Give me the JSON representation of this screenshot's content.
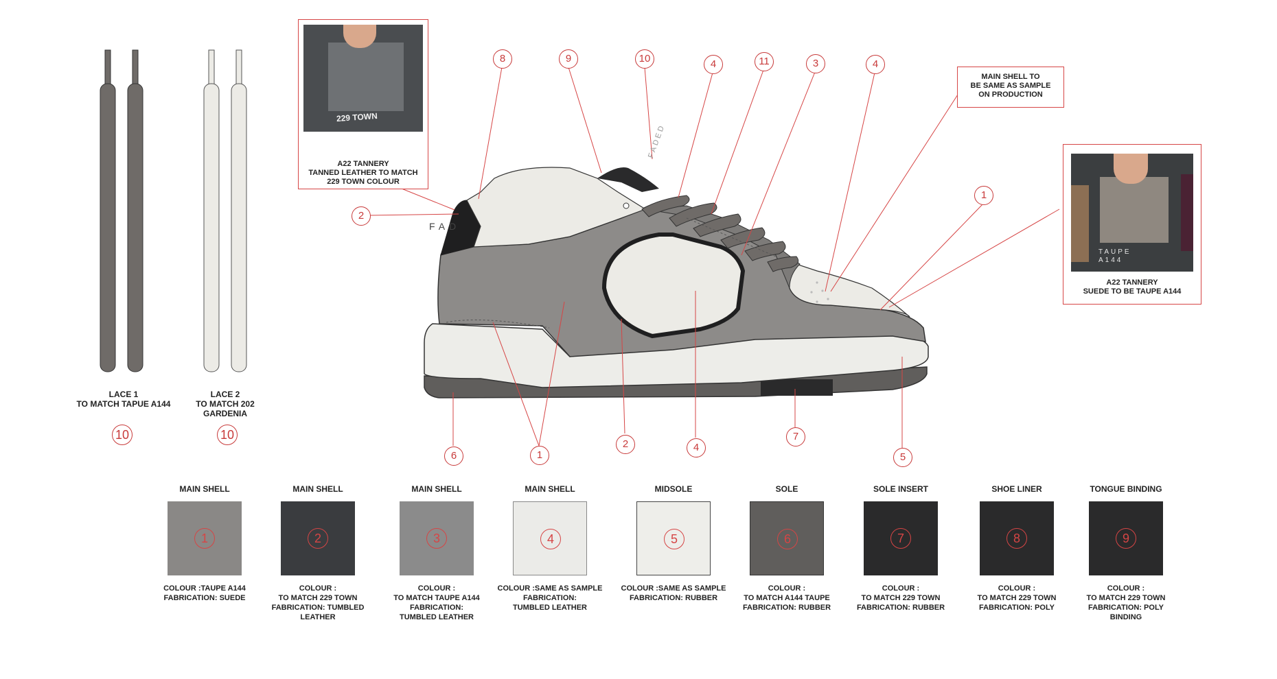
{
  "laces": [
    {
      "title": "LACE 1\nTO MATCH TAPUE A144",
      "number": "10",
      "color": "#6f6b68"
    },
    {
      "title": "LACE 2\nTO MATCH 202\nGARDENIA",
      "number": "10",
      "color": "#ecebe6"
    }
  ],
  "tannery_box_top": {
    "sample_text": "229 TOWN",
    "caption": "A22 TANNERY\nTANNED LEATHER TO MATCH\n229 TOWN COLOUR"
  },
  "note_box": {
    "text": "MAIN SHELL TO\nBE SAME AS SAMPLE\nON PRODUCTION"
  },
  "tannery_box_right": {
    "sample_text": "TAUPE\nA144",
    "caption": "A22 TANNERY\nSUEDE TO BE TAUPE A144"
  },
  "shoe_logo": "FAD",
  "heel_text": "FADED",
  "callouts": {
    "c8": "8",
    "c9": "9",
    "c10": "10",
    "c4a": "4",
    "c11": "11",
    "c3": "3",
    "c4b": "4",
    "c2a": "2",
    "c1a": "1",
    "c6": "6",
    "c1b": "1",
    "c2b": "2",
    "c4c": "4",
    "c7": "7",
    "c5": "5"
  },
  "swatches": [
    {
      "title": "MAIN SHELL",
      "number": "1",
      "color": "#8a8886",
      "desc": "COLOUR :TAUPE A144\nFABRICATION: SUEDE"
    },
    {
      "title": "MAIN SHELL",
      "number": "2",
      "color": "#3a3c3f",
      "desc": "COLOUR :\nTO MATCH 229 TOWN\nFABRICATION: TUMBLED\nLEATHER"
    },
    {
      "title": "MAIN SHELL",
      "number": "3",
      "color": "#8b8b8b",
      "desc": "COLOUR :\nTO MATCH TAUPE A144\nFABRICATION:\nTUMBLED LEATHER"
    },
    {
      "title": "MAIN SHELL",
      "number": "4",
      "color": "#ebebe8",
      "desc": "COLOUR :SAME AS SAMPLE\nFABRICATION:\nTUMBLED LEATHER"
    },
    {
      "title": "MIDSOLE",
      "number": "5",
      "color": "#eeeeea",
      "desc": "COLOUR :SAME AS SAMPLE\nFABRICATION: RUBBER"
    },
    {
      "title": "SOLE",
      "number": "6",
      "color": "#605e5c",
      "desc": "COLOUR :\nTO MATCH A144 TAUPE\nFABRICATION: RUBBER"
    },
    {
      "title": "SOLE INSERT",
      "number": "7",
      "color": "#2a2a2b",
      "desc": "COLOUR :\nTO MATCH 229 TOWN\nFABRICATION: RUBBER"
    },
    {
      "title": "SHOE LINER",
      "number": "8",
      "color": "#2a2a2b",
      "desc": "COLOUR :\nTO MATCH 229 TOWN\nFABRICATION: POLY"
    },
    {
      "title": "TONGUE BINDING",
      "number": "9",
      "color": "#2a2a2b",
      "desc": "COLOUR :\nTO MATCH 229 TOWN\nFABRICATION: POLY\nBINDING"
    }
  ]
}
